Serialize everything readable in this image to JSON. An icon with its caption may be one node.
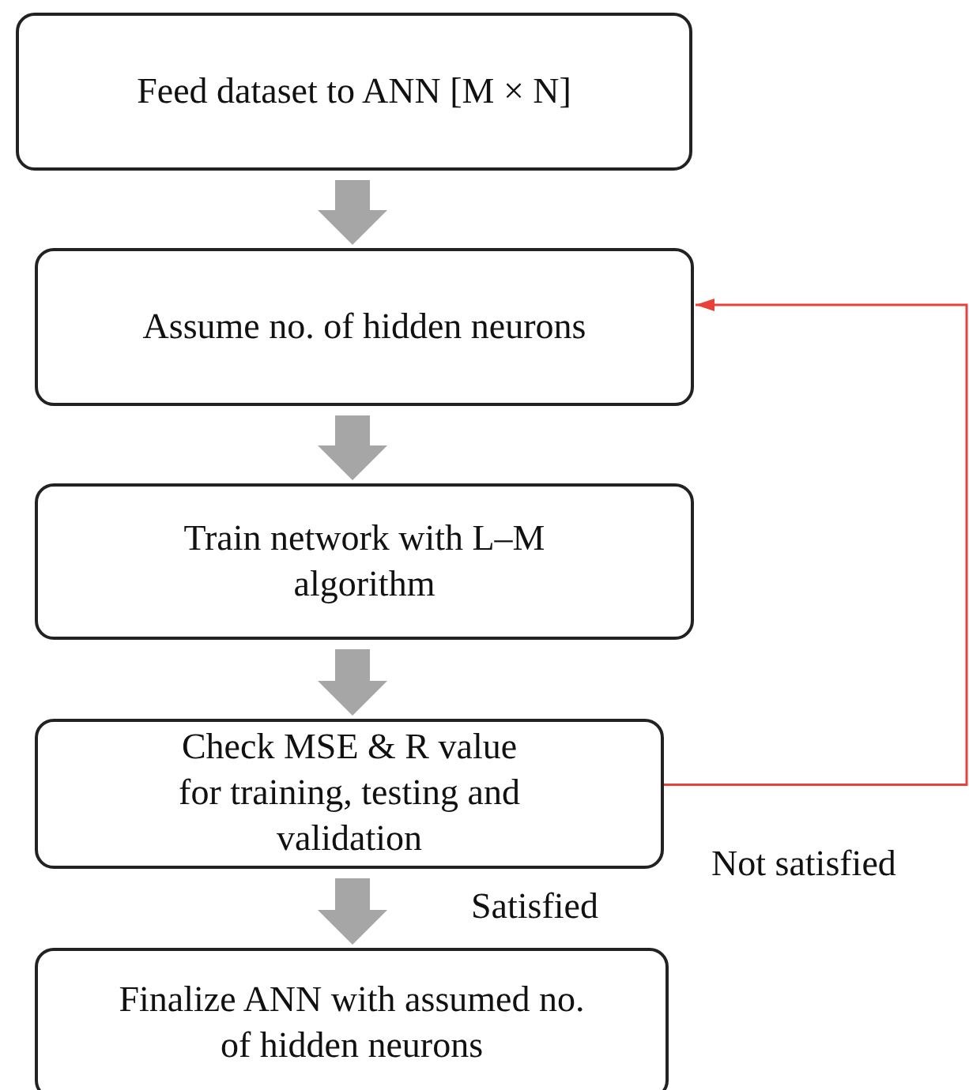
{
  "diagram": {
    "nodes": [
      {
        "text": [
          "Feed dataset to ANN [M × N]"
        ]
      },
      {
        "text": [
          "Assume no. of hidden neurons"
        ]
      },
      {
        "text": [
          "Train network with L–M algorithm"
        ]
      },
      {
        "text": [
          "Check MSE & R value for training, testing and validation"
        ]
      },
      {
        "text": [
          "Finalize ANN with assumed no. of hidden neurons"
        ]
      }
    ],
    "edges": [
      {
        "from": 0,
        "to": 1,
        "arrow": "to"
      },
      {
        "from": 1,
        "to": 2,
        "arrow": "to"
      },
      {
        "from": 2,
        "to": 3,
        "arrow": "to"
      },
      {
        "from": 3,
        "to": 4,
        "arrow": "to",
        "label": "Satisfied"
      },
      {
        "from": 3,
        "to": 1,
        "arrow": "to",
        "color": "#e8403a",
        "label": "Not satisfied"
      }
    ]
  }
}
